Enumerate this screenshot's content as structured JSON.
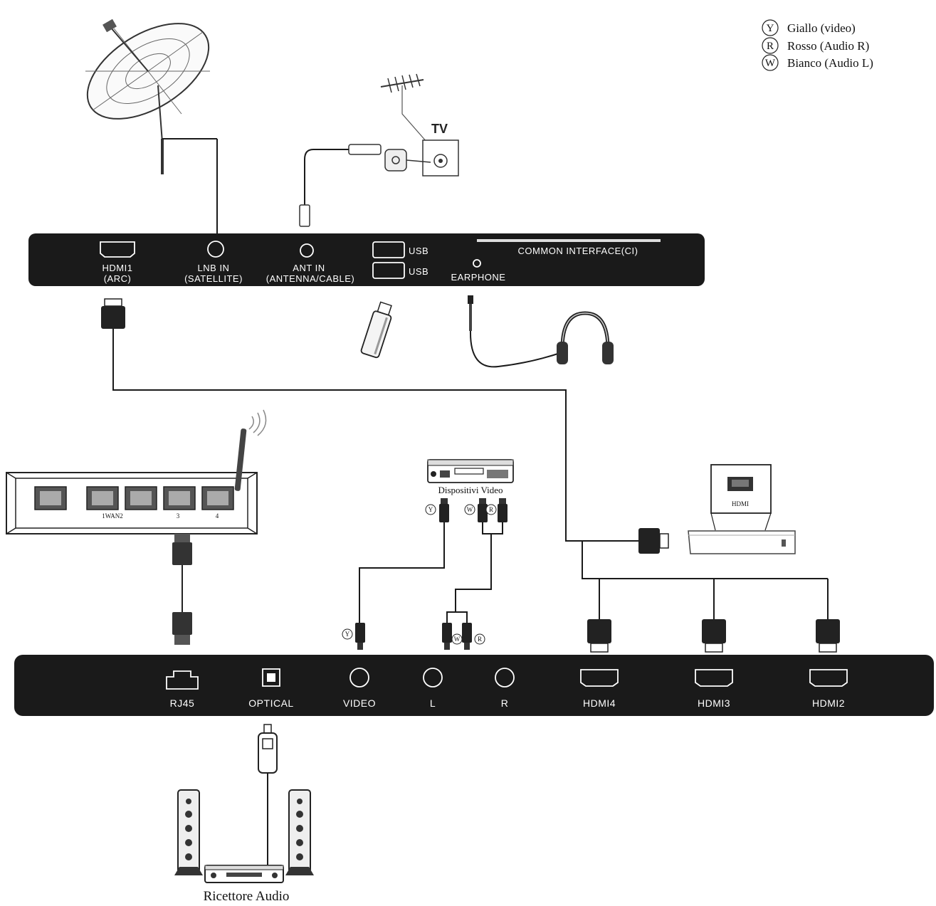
{
  "legend": {
    "items": [
      {
        "letter": "Y",
        "text": "Giallo (video)"
      },
      {
        "letter": "R",
        "text": "Rosso (Audio R)"
      },
      {
        "letter": "W",
        "text": "Bianco (Audio L)"
      }
    ]
  },
  "top_panel": {
    "hdmi1_line1": "HDMI1",
    "hdmi1_line2": "(ARC)",
    "lnb_line1": "LNB IN",
    "lnb_line2": "(SATELLITE)",
    "ant_line1": "ANT IN",
    "ant_line2": "(ANTENNA/CABLE)",
    "usb1": "USB",
    "usb2": "USB",
    "earphone": "EARPHONE",
    "ci": "COMMON INTERFACE(CI)"
  },
  "tv_outlet_label": "TV",
  "router": {
    "port_label_1": "1WAN2",
    "port_label_3": "3",
    "port_label_4": "4"
  },
  "video_device_label": "Dispositivi Video",
  "hdmi_box_label": "HDMI",
  "bottom_panel": {
    "rj45": "RJ45",
    "optical": "OPTICAL",
    "video": "VIDEO",
    "l": "L",
    "r": "R",
    "hdmi4": "HDMI4",
    "hdmi3": "HDMI3",
    "hdmi2": "HDMI2"
  },
  "rca_letters": {
    "y": "Y",
    "w": "W",
    "r": "R"
  },
  "audio_receiver_label": "Ricettore Audio"
}
